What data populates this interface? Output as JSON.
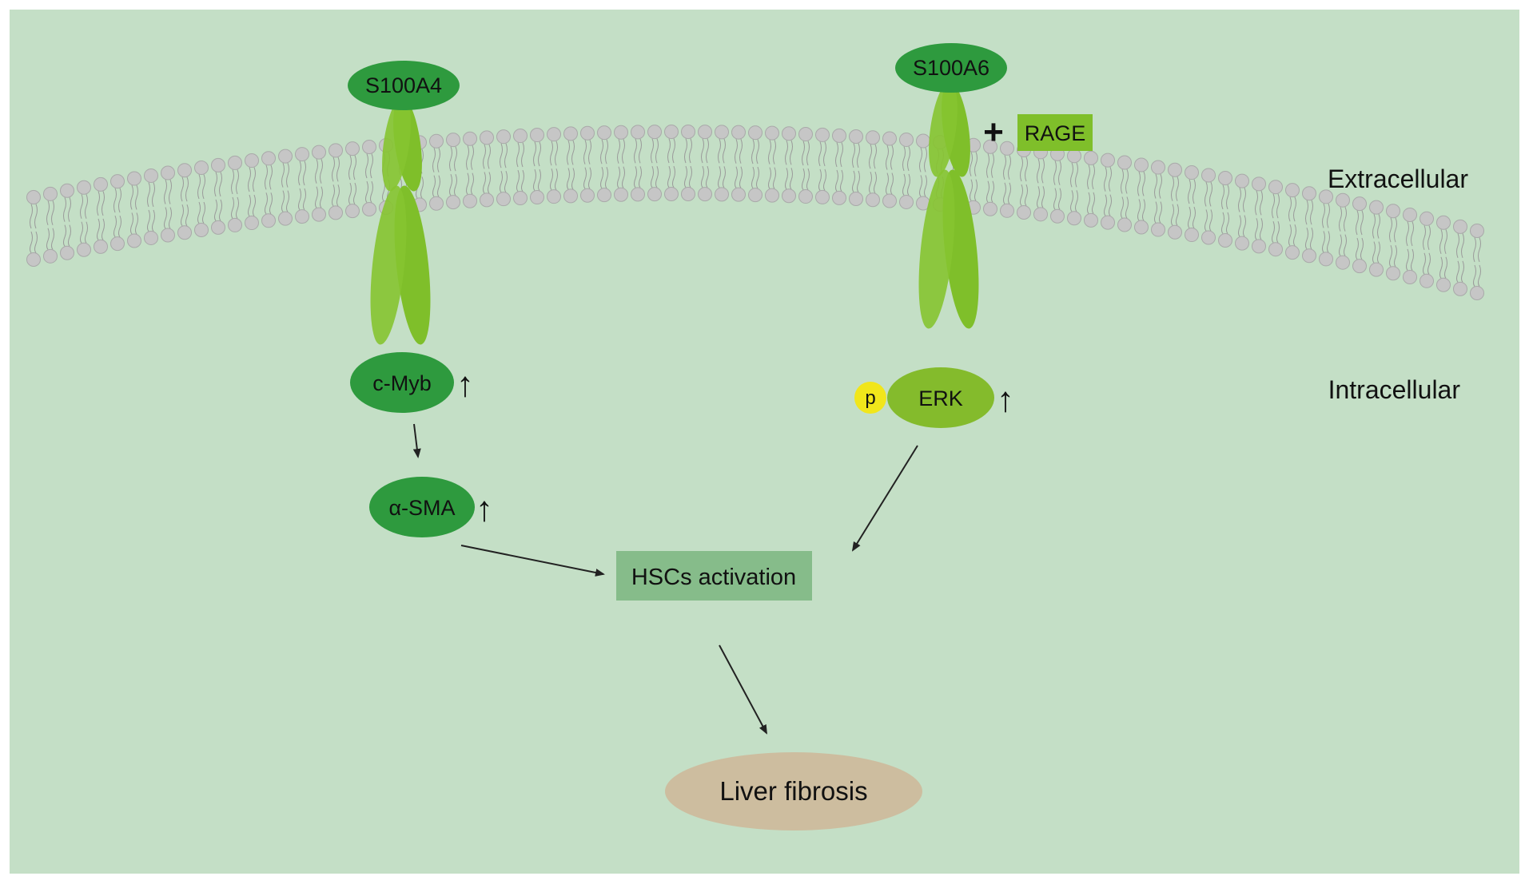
{
  "colors": {
    "background": "#c4dfc6",
    "ligand_fill": "#2e9a3e",
    "receptor_fill": "#7fbf2a",
    "erk_fill": "#84bb2c",
    "phospho_fill": "#f1e61b",
    "rage_fill": "#7fbf2a",
    "hsc_box_fill": "#86bc8a",
    "liver_fill": "#cdbd9f",
    "membrane_head": "#c6c6c6",
    "arrow": "#222222"
  },
  "labels": {
    "s100a4": "S100A4",
    "s100a6": "S100A6",
    "plus": "+",
    "rage": "RAGE",
    "extracellular": "Extracellular",
    "intracellular": "Intracellular",
    "cmyb": "c-Myb",
    "asma": "α-SMA",
    "p": "p",
    "erk": "ERK",
    "up": "↑",
    "hsc": "HSCs activation",
    "liver": "Liver fibrosis"
  }
}
